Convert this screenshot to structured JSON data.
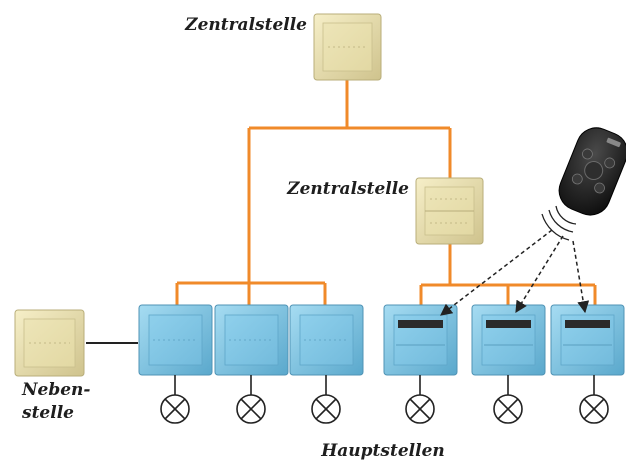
{
  "labels": {
    "top_central": "Zentralstelle",
    "mid_central": "Zentralstelle",
    "aux_line1": "Neben-",
    "aux_line2": "stelle",
    "main_stations": "Hauptstellen"
  },
  "colors": {
    "bus_wire": "#f08a2a",
    "central_unit": "#ece3b1",
    "main_unit": "#7fc2e2",
    "display_bar": "#2b2b2b",
    "arrow": "#222222",
    "remote": "#1a1a1a"
  },
  "icons": {
    "lamp": "lamp-cross-circle-icon",
    "remote": "remote-control-icon",
    "signal": "radio-wave-icon"
  }
}
